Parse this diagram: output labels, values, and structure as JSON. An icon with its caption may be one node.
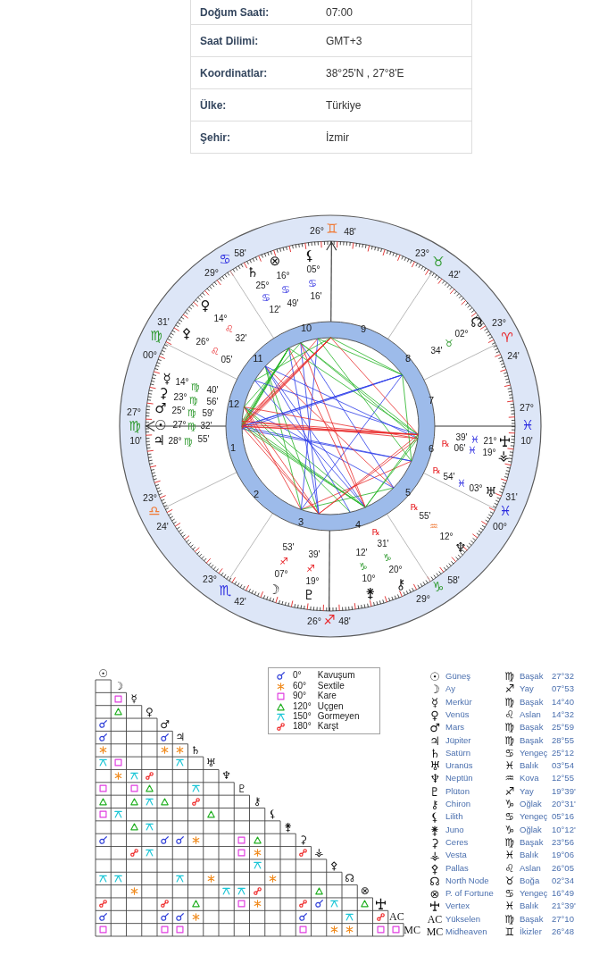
{
  "diagram": {
    "labels": [
      "Doğum Saati:",
      "07:00",
      "Saat Dilimi:",
      "GMT+3",
      "Koordinatlar:",
      "38°25'N , 27°8'E",
      "Ülke:",
      "Türkiye",
      "Şehir:",
      "İzmir",
      "27°",
      "♍",
      "10'",
      "23°",
      "♎",
      "24'",
      "23°",
      "♏",
      "42'",
      "26°",
      "♐",
      "48'",
      "29°",
      "♑",
      "58'",
      "00°",
      "♓",
      "31'",
      "27°",
      "♓",
      "10'",
      "23°",
      "♈",
      "24'",
      "23°",
      "♉",
      "42'",
      "26°",
      "♊",
      "48'",
      "29°",
      "♋",
      "58'",
      "00°",
      "♍",
      "31'",
      "10",
      "9",
      "11",
      "8",
      "12",
      "7",
      "1",
      "6",
      "2",
      "5",
      "3",
      "4",
      "☉",
      "27°",
      "♍",
      "32'",
      "53'",
      "♐",
      "07°",
      "☽",
      "☿",
      "14°",
      "♍",
      "40'",
      "♀",
      "14°",
      "♌",
      "32'",
      "♂",
      "25°",
      "♍",
      "59'",
      "♃",
      "28°",
      "♍",
      "55'",
      "♄",
      "25°",
      "♋",
      "12'",
      "℞",
      "54'",
      "♓",
      "03°",
      "♅",
      "℞",
      "55'",
      "♒",
      "12°",
      "♆",
      "39'",
      "♐",
      "19°",
      "♇",
      "℞",
      "31'",
      "♑",
      "20°",
      "⚷",
      "⚸",
      "05°",
      "♋",
      "16'",
      "12'",
      "♑",
      "10°",
      "⚵",
      "⚳",
      "23°",
      "♍",
      "56'",
      "℞",
      "06'",
      "♓",
      "19°",
      "⚶",
      "⚴",
      "26°",
      "♌",
      "05'",
      "☊",
      "02°",
      "♉",
      "34'",
      "⊗",
      "16°",
      "♋",
      "49'",
      "39'",
      "♓",
      "21°",
      "☉",
      "☽",
      "☿",
      "♀",
      "♂",
      "♃",
      "♄",
      "♅",
      "♆",
      "♇",
      "⚷",
      "⚸",
      "⚵",
      "⚳",
      "⚶",
      "⚴",
      "☊",
      "⊗",
      "AC",
      "MC",
      "☉",
      "Güneş",
      "♍",
      "Başak",
      "27°32",
      "☽",
      "Ay",
      "♐",
      "Yay",
      "07°53",
      "☿",
      "Merkür",
      "♍",
      "Başak",
      "14°40",
      "♀",
      "Venüs",
      "♌",
      "Aslan",
      "14°32",
      "♂",
      "Mars",
      "♍",
      "Başak",
      "25°59",
      "♃",
      "Jüpiter",
      "♍",
      "Başak",
      "28°55",
      "♄",
      "Satürn",
      "♋",
      "Yengeç",
      "25°12",
      "♅",
      "Uranüs",
      "♓",
      "Balık",
      "03°54",
      "♆",
      "Neptün",
      "♒",
      "Kova",
      "12°55",
      "♇",
      "Plüton",
      "♐",
      "Yay",
      "19°39'",
      "⚷",
      "Chiron",
      "♑",
      "Oğlak",
      "20°31'",
      "⚸",
      "Lilith",
      "♋",
      "Yengeç",
      "05°16",
      "⚵",
      "Juno",
      "♑",
      "Oğlak",
      "10°12'",
      "⚳",
      "Ceres",
      "♍",
      "Başak",
      "23°56",
      "⚶",
      "Vesta",
      "♓",
      "Balık",
      "19°06",
      "⚴",
      "Pallas",
      "♌",
      "Aslan",
      "26°05",
      "☊",
      "North Node",
      "♉",
      "Boğa",
      "02°34",
      "⊗",
      "P. of Fortune",
      "♋",
      "Yengeç",
      "16°49",
      "Vertex",
      "♓",
      "Balık",
      "21°39'",
      "AC",
      "Yükselen",
      "♍",
      "Başak",
      "27°10",
      "MC",
      "Midheaven",
      "♊",
      "İkizler",
      "26°48"
    ],
    "legend": [
      {
        "text": "0° Kavuşum"
      },
      {
        "text": "60° Sextile"
      },
      {
        "text": "90° Kare"
      },
      {
        "text": "120° Uçgen"
      },
      {
        "text": "150° Gormeyen"
      },
      {
        "text": "180° Karşt"
      }
    ]
  }
}
